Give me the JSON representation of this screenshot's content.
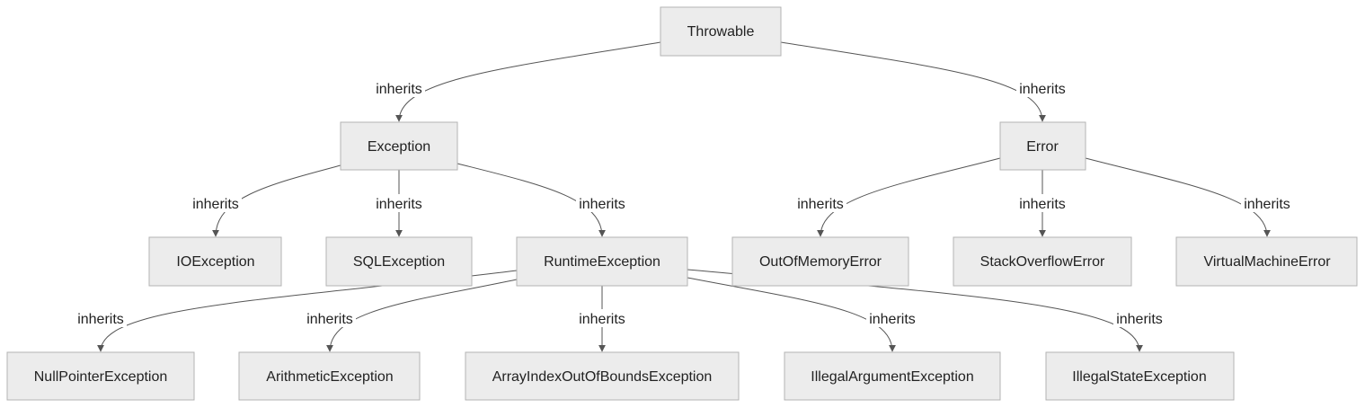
{
  "colors": {
    "node_fill": "#ececec",
    "node_border": "#b3b3b3",
    "edge": "#555555",
    "text": "#222222"
  },
  "nodes": {
    "throwable": "Throwable",
    "exception": "Exception",
    "error": "Error",
    "ioexception": "IOException",
    "sqlexception": "SQLException",
    "runtimeexception": "RuntimeException",
    "outofmemoryerror": "OutOfMemoryError",
    "stackoverflowerror": "StackOverflowError",
    "virtualmachineerror": "VirtualMachineError",
    "nullpointerexception": "NullPointerException",
    "arithmeticexception": "ArithmeticException",
    "arrayindexoutofboundsexception": "ArrayIndexOutOfBoundsException",
    "illegalargumentexception": "IllegalArgumentException",
    "illegalstateexception": "IllegalStateException"
  },
  "edges": [
    {
      "from": "throwable",
      "to": "exception",
      "label": "inherits"
    },
    {
      "from": "throwable",
      "to": "error",
      "label": "inherits"
    },
    {
      "from": "exception",
      "to": "ioexception",
      "label": "inherits"
    },
    {
      "from": "exception",
      "to": "sqlexception",
      "label": "inherits"
    },
    {
      "from": "exception",
      "to": "runtimeexception",
      "label": "inherits"
    },
    {
      "from": "error",
      "to": "outofmemoryerror",
      "label": "inherits"
    },
    {
      "from": "error",
      "to": "stackoverflowerror",
      "label": "inherits"
    },
    {
      "from": "error",
      "to": "virtualmachineerror",
      "label": "inherits"
    },
    {
      "from": "runtimeexception",
      "to": "nullpointerexception",
      "label": "inherits"
    },
    {
      "from": "runtimeexception",
      "to": "arithmeticexception",
      "label": "inherits"
    },
    {
      "from": "runtimeexception",
      "to": "arrayindexoutofboundsexception",
      "label": "inherits"
    },
    {
      "from": "runtimeexception",
      "to": "illegalargumentexception",
      "label": "inherits"
    },
    {
      "from": "runtimeexception",
      "to": "illegalstateexception",
      "label": "inherits"
    }
  ]
}
